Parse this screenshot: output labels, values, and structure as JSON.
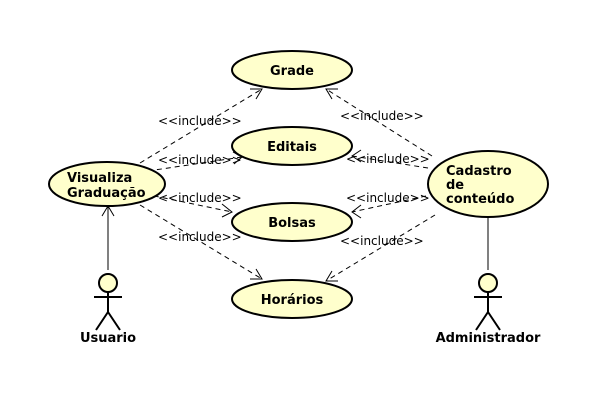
{
  "use_cases": {
    "grade": "Grade",
    "editais": "Editais",
    "bolsas": "Bolsas",
    "horarios": "Horários",
    "visualiza": [
      "Visualiza",
      "Graduação"
    ],
    "cadastro": [
      "Cadastro",
      "de",
      "conteúdo"
    ]
  },
  "actors": {
    "usuario": "Usuario",
    "administrador": "Administrador"
  },
  "stereotype": "<<include>>",
  "colors": {
    "fill": "#ffffcc",
    "stroke": "#000000"
  }
}
